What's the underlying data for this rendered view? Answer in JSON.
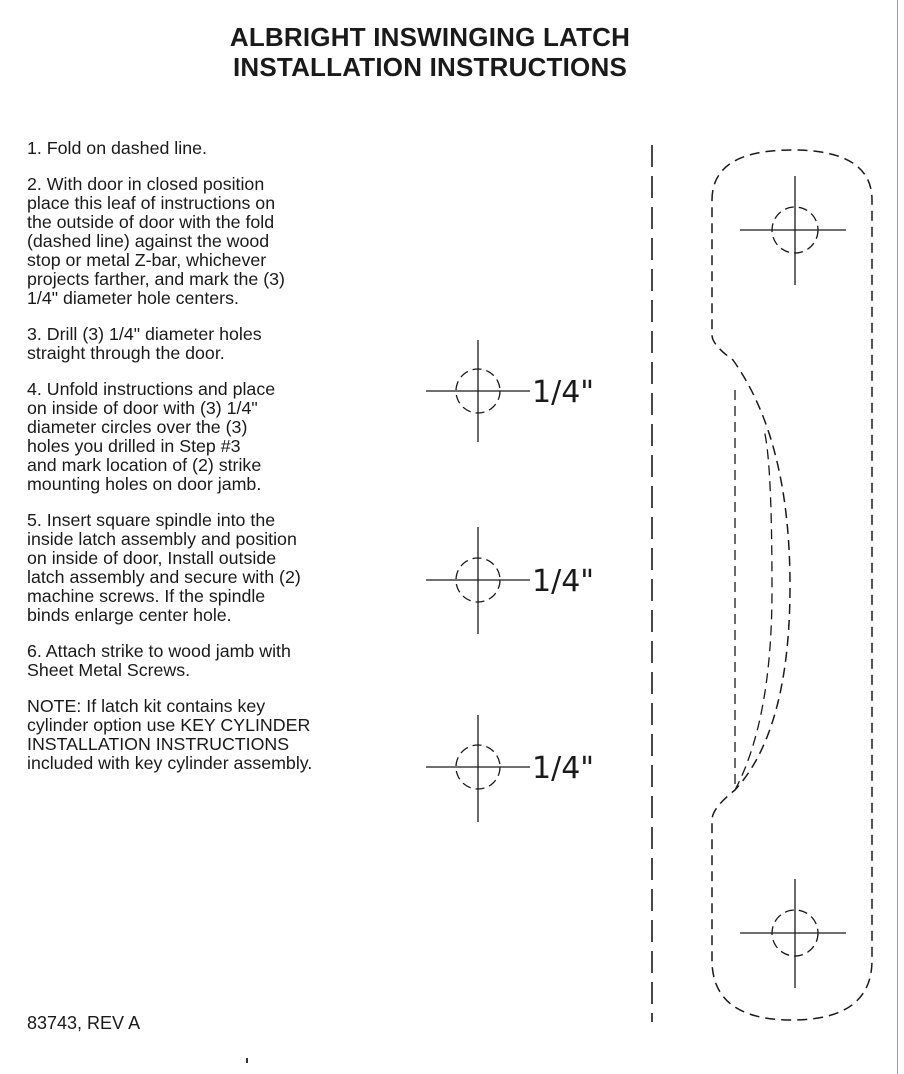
{
  "document": {
    "title_line1": "ALBRIGHT INSWINGING LATCH",
    "title_line2": "INSTALLATION INSTRUCTIONS",
    "steps": [
      {
        "lines": [
          "1. Fold on dashed line."
        ]
      },
      {
        "lines": [
          "2. With door in closed position",
          "place this leaf of instructions on",
          "the outside of door with the fold",
          "(dashed line) against the wood",
          "stop or metal Z-bar, whichever",
          "projects farther, and mark the (3)",
          "1/4\" diameter hole centers."
        ]
      },
      {
        "lines": [
          "3. Drill (3) 1/4\" diameter holes",
          "straight through the door."
        ]
      },
      {
        "lines": [
          "4. Unfold instructions and place",
          "on inside of door with (3) 1/4\"",
          "diameter circles over the (3)",
          "holes you drilled in Step #3",
          "and mark location of (2) strike",
          "mounting holes on door jamb."
        ]
      },
      {
        "lines": [
          "5. Insert square spindle into  the",
          "inside latch assembly and position",
          "on inside of door, Install outside",
          "latch assembly and secure with (2)",
          "machine screws.  If the spindle",
          "binds enlarge center hole."
        ]
      },
      {
        "lines": [
          "6. Attach strike to wood jamb with",
          " Sheet Metal Screws."
        ]
      },
      {
        "lines": [
          "NOTE: If latch kit contains key",
          "cylinder option use KEY CYLINDER",
          "INSTALLATION INSTRUCTIONS",
          "included with key cylinder assembly."
        ]
      }
    ],
    "document_number": "83743, REV A",
    "hole_labels": [
      "1/4\"",
      "1/4\"",
      "1/4\""
    ]
  }
}
